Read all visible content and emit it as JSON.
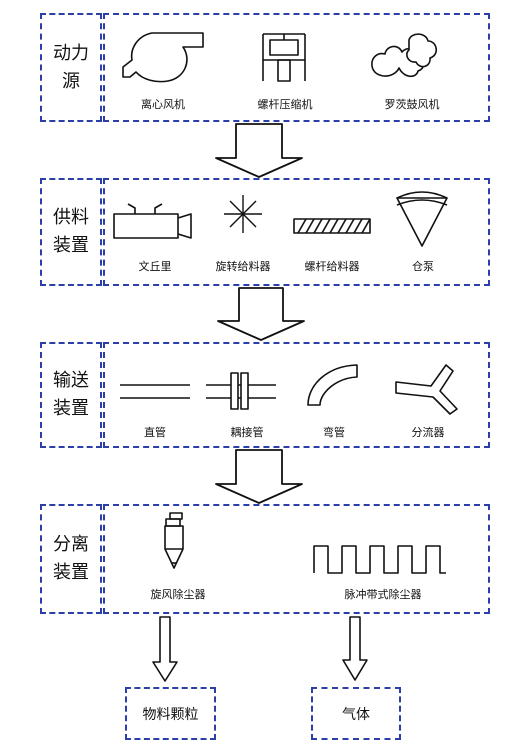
{
  "stages": [
    {
      "label": "动力\n源",
      "items": [
        {
          "icon": "centrifugal-fan-icon",
          "caption": "离心风机"
        },
        {
          "icon": "screw-compressor-icon",
          "caption": "螺杆压缩机"
        },
        {
          "icon": "roots-blower-icon",
          "caption": "罗茨鼓风机"
        }
      ]
    },
    {
      "label": "供料\n装置",
      "items": [
        {
          "icon": "venturi-icon",
          "caption": "文丘里"
        },
        {
          "icon": "rotary-feeder-icon",
          "caption": "旋转给料器"
        },
        {
          "icon": "screw-feeder-icon",
          "caption": "螺杆给料器"
        },
        {
          "icon": "silo-pump-icon",
          "caption": "仓泵"
        }
      ]
    },
    {
      "label": "输送\n装置",
      "items": [
        {
          "icon": "straight-pipe-icon",
          "caption": "直管"
        },
        {
          "icon": "pipe-coupling-icon",
          "caption": "耦接管"
        },
        {
          "icon": "elbow-pipe-icon",
          "caption": "弯管"
        },
        {
          "icon": "splitter-icon",
          "caption": "分流器"
        }
      ]
    },
    {
      "label": "分离\n装置",
      "items": [
        {
          "icon": "cyclone-separator-icon",
          "caption": "旋风除尘器"
        },
        {
          "icon": "pulse-bag-filter-icon",
          "caption": "脉冲带式除尘器"
        }
      ]
    }
  ],
  "outputs": [
    "物料颗粒",
    "气体"
  ],
  "colors": {
    "border": "#2c3fa8",
    "line": "#111111",
    "arrow_fill": "#ffffff"
  }
}
